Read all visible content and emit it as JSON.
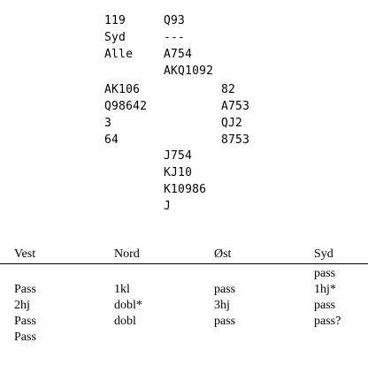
{
  "deal": {
    "board_number": "119",
    "dealer": "Syd",
    "vulnerability": "Alle",
    "north": {
      "spades": "Q93",
      "hearts": "---",
      "diamonds": "A754",
      "clubs": "AKQ1092"
    },
    "west": {
      "spades": "AK106",
      "hearts": "Q98642",
      "diamonds": "3",
      "clubs": "64"
    },
    "east": {
      "spades": "82",
      "hearts": "A753",
      "diamonds": "QJ2",
      "clubs": "8753"
    },
    "south": {
      "spades": "J754",
      "hearts": "KJ10",
      "diamonds": "K10986",
      "clubs": "J"
    }
  },
  "bidding": {
    "headers": [
      "Vest",
      "Nord",
      "Øst",
      "Syd"
    ],
    "rows": [
      [
        "",
        "",
        "",
        "pass"
      ],
      [
        "Pass",
        "1kl",
        "pass",
        "1hj*"
      ],
      [
        "2hj",
        "dobl*",
        "3hj",
        "pass"
      ],
      [
        "Pass",
        "dobl",
        "pass",
        "pass?"
      ],
      [
        "Pass",
        "",
        "",
        ""
      ]
    ]
  }
}
